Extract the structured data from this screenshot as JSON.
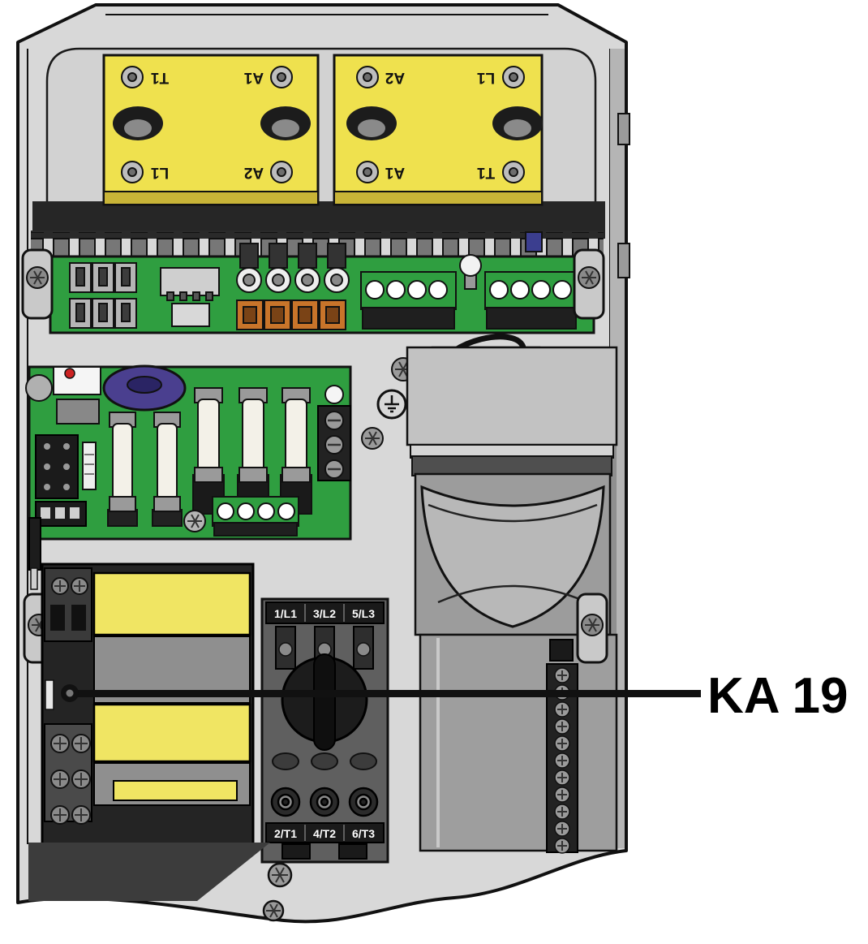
{
  "figure": {
    "type": "technical-illustration",
    "subject": "Electrical device interior view with component callout",
    "callout": {
      "label": "KA 19"
    },
    "busbar_labels": {
      "left": [
        "T1",
        "A1",
        "L1",
        "A2"
      ],
      "right": [
        "A2",
        "L1",
        "A1",
        "T1"
      ]
    },
    "breaker_terminals": {
      "top": [
        "1/L1",
        "3/L2",
        "5/L3"
      ],
      "bottom": [
        "2/T1",
        "4/T2",
        "6/T3"
      ]
    },
    "colors": {
      "enclosure_gray": "#d8d8d8",
      "busbar_yellow": "#efe14e",
      "pcb_green": "#2f9e40",
      "label_yellow": "#f0e563",
      "toroid_purple": "#4a3f8f",
      "terminal_orange": "#c8742a",
      "outline_black": "#111111"
    }
  }
}
